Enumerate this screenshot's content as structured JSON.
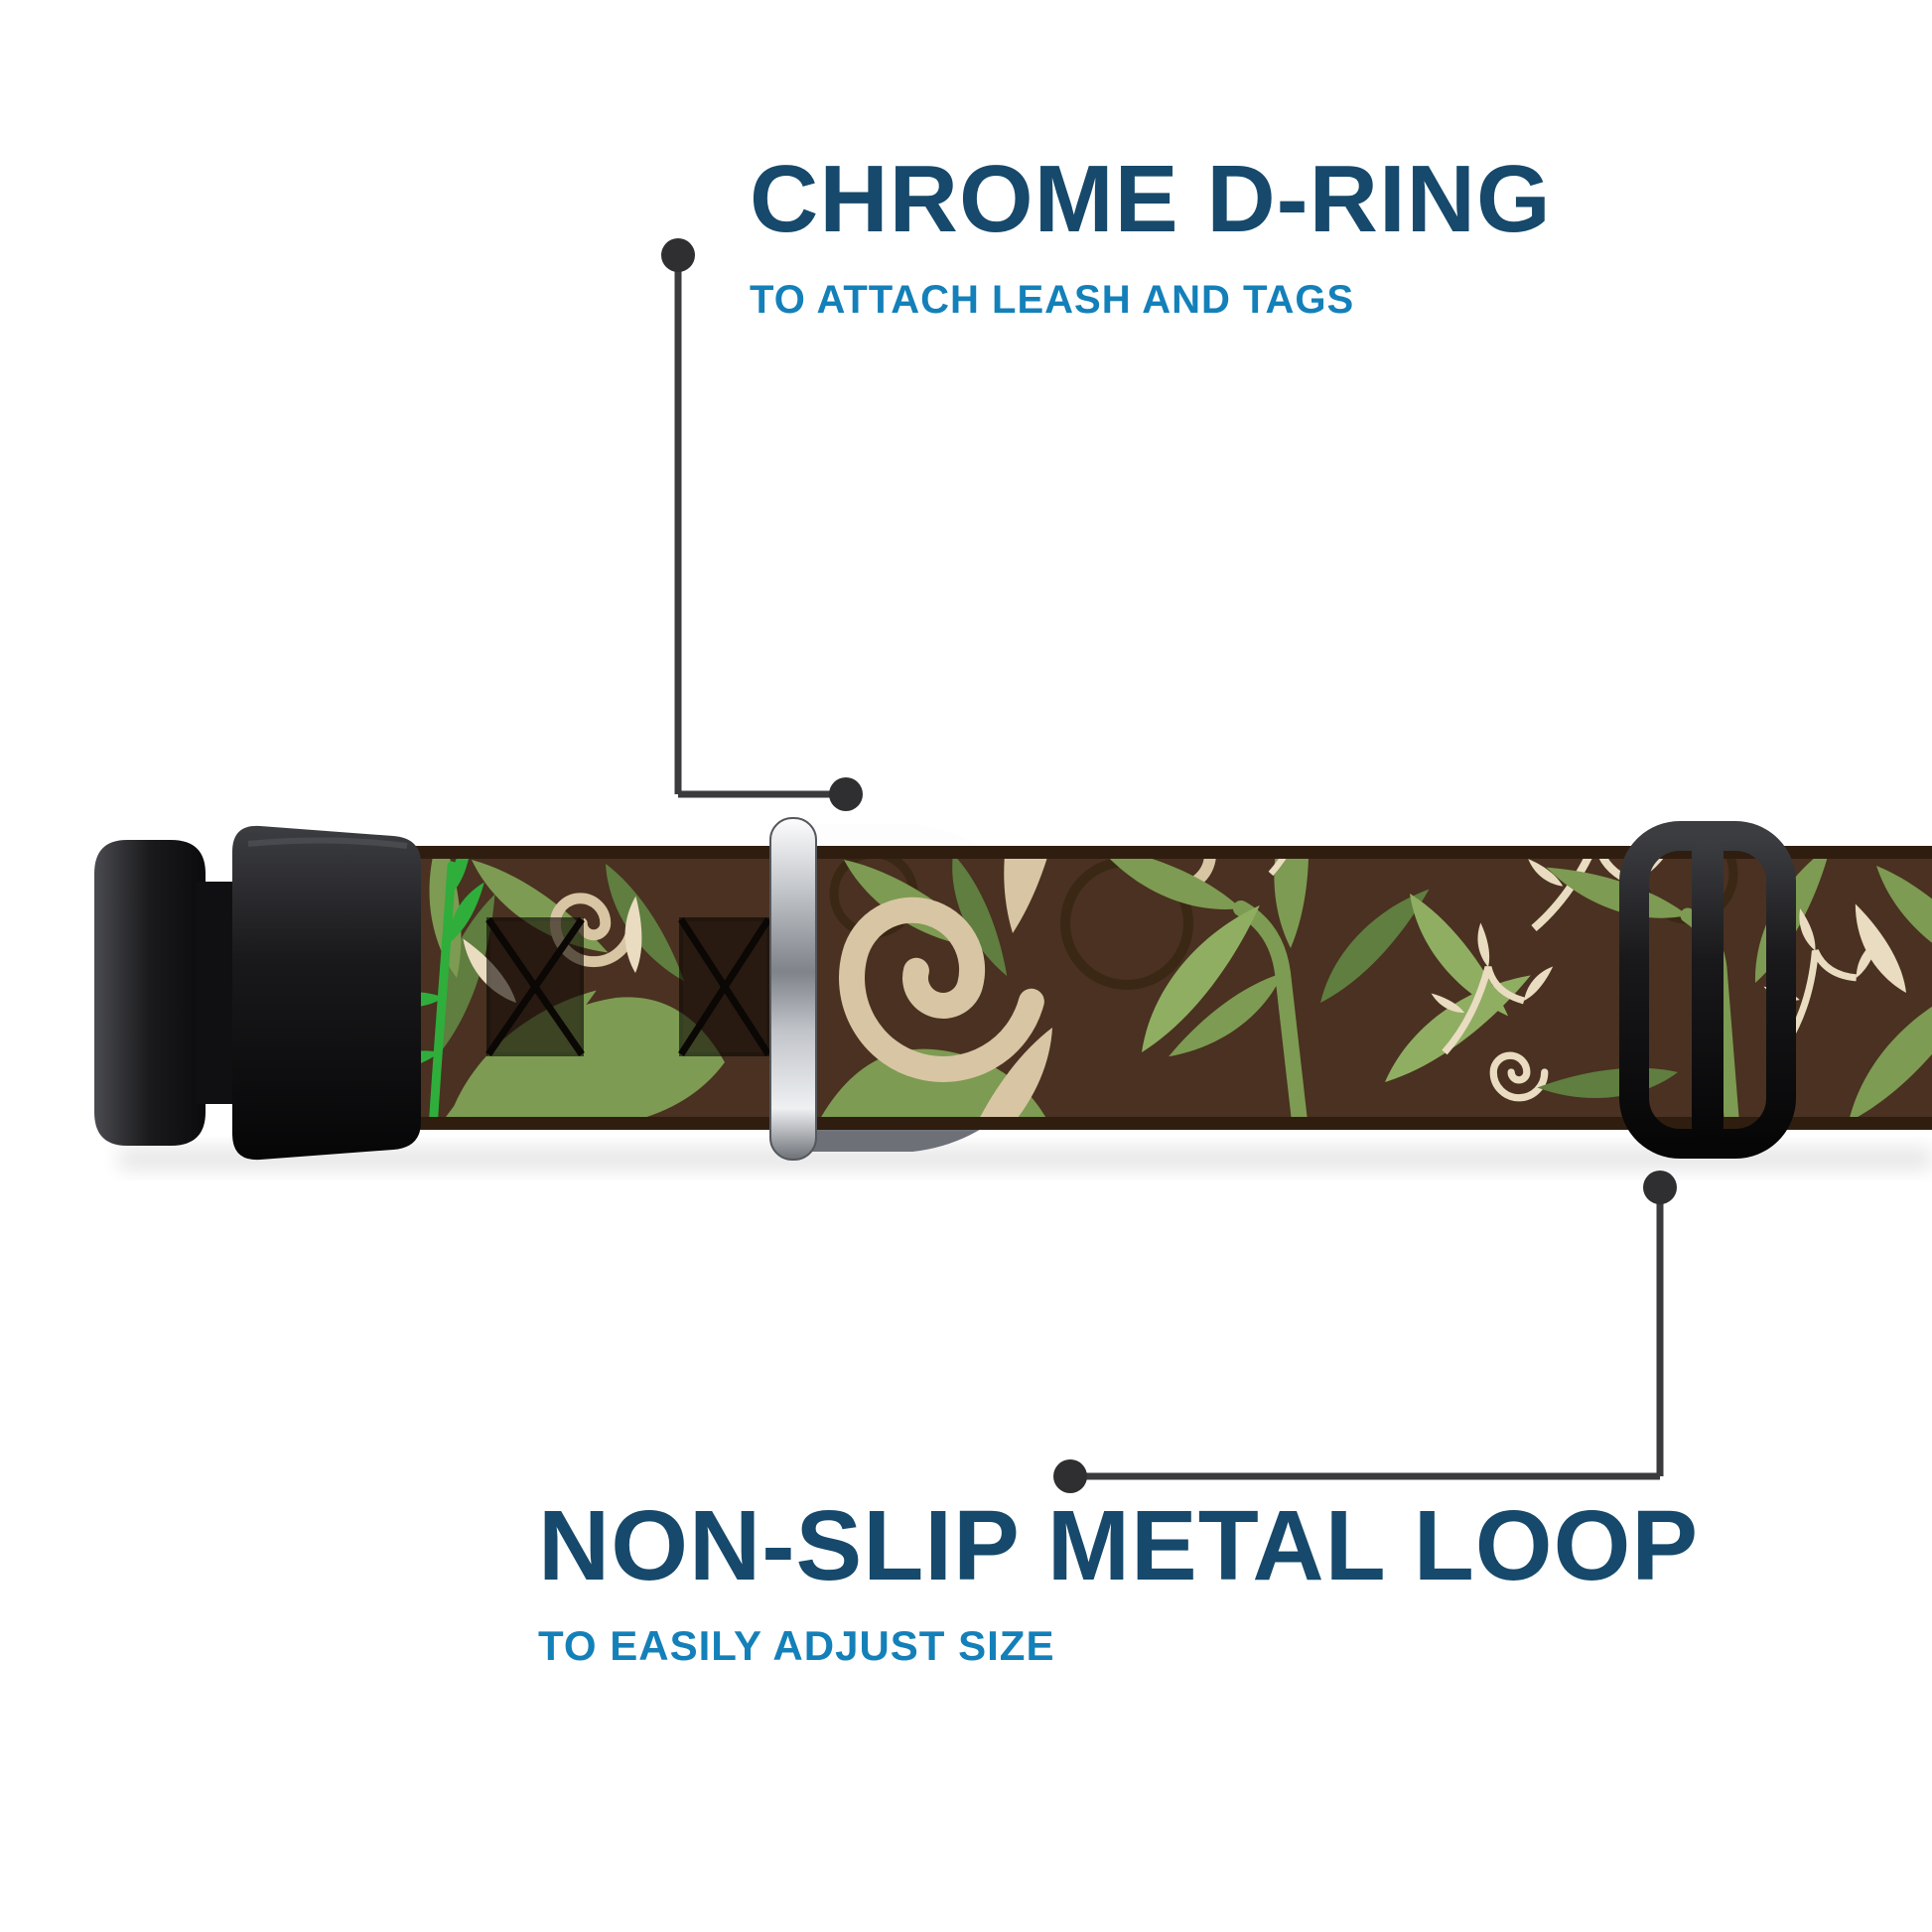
{
  "callouts": {
    "top": {
      "title": "CHROME D-RING",
      "subtitle": "TO ATTACH LEASH AND TAGS"
    },
    "bottom": {
      "title": "NON-SLIP METAL LOOP",
      "subtitle": "TO EASILY ADJUST SIZE"
    }
  },
  "colors": {
    "background": "#ffffff",
    "heading": "#16496b",
    "subheading": "#1480b9",
    "connector_line": "#3b3b3d",
    "connector_dot": "#2f2f31",
    "buckle_black": "#1a1a1c",
    "slider_black": "#1c1c1f",
    "webbing_brown": "#4a3121",
    "webbing_edge": "#2f1e10",
    "leaf_green": "#7d9b52",
    "leaf_green_dark": "#5f7e3f",
    "leaf_green_light": "#8fae62",
    "stem_bright_green": "#2fae3c",
    "scroll_tan": "#d8c5a3",
    "vine_cream": "#e9dcc1",
    "chrome": "#c7cace"
  },
  "parts": {
    "buckle": "black-side-release-buckle",
    "webbing": "brown-green-vine-pattern-webbing",
    "d_ring": "chrome-d-ring",
    "slider": "black-metal-slider-loop"
  }
}
